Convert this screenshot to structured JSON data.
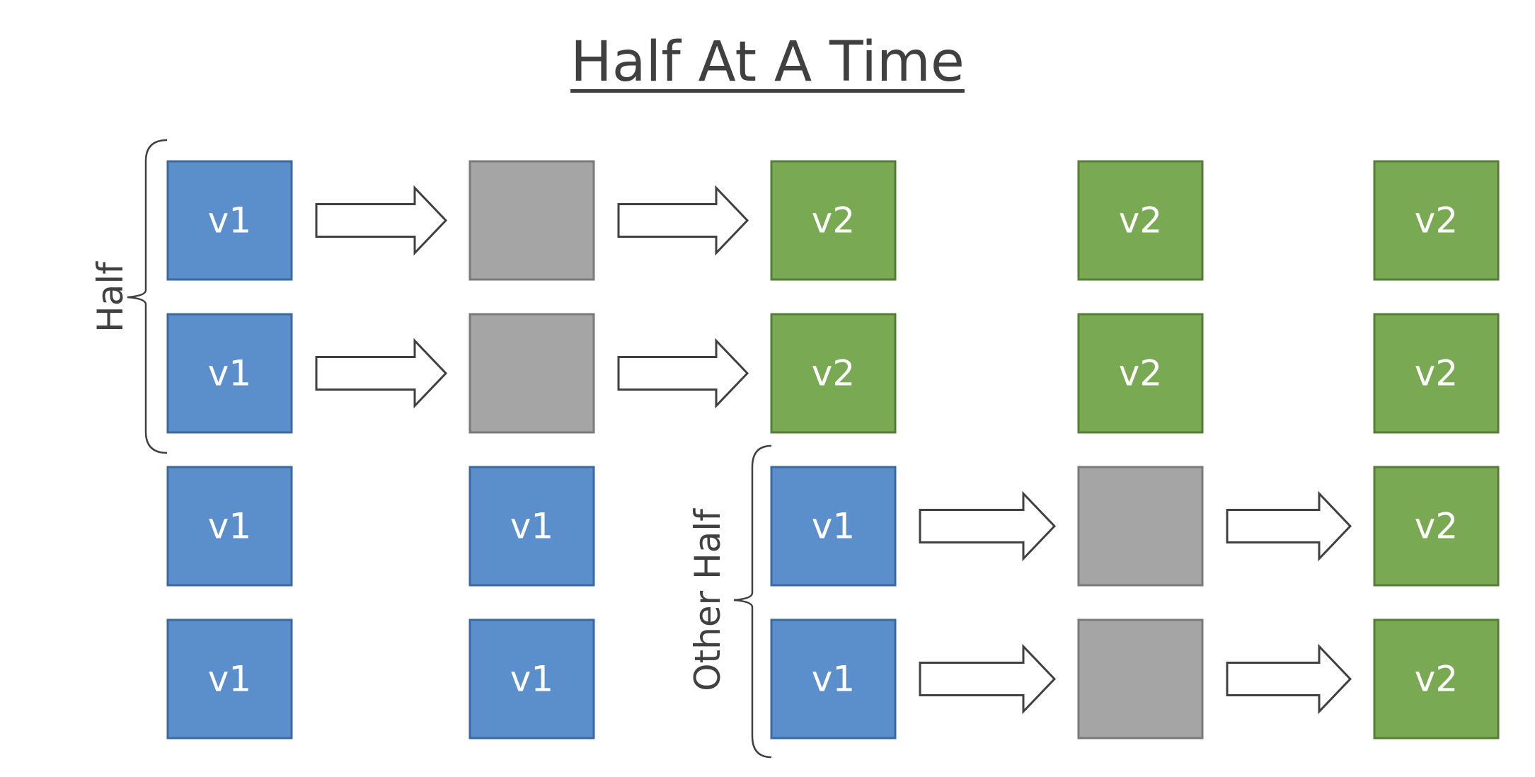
{
  "title": "Half At A Time",
  "colors": {
    "v1_fill": "#5b8fcb",
    "v1_stroke": "#3b6aa0",
    "v2_fill": "#7aa953",
    "v2_stroke": "#567d35",
    "empty_fill": "#a5a5a5",
    "empty_stroke": "#7a7a7a",
    "arrow_stroke": "#404040",
    "text": "#404040"
  },
  "groups": {
    "first": {
      "label": "Half"
    },
    "second": {
      "label": "Other Half"
    }
  },
  "columns": [
    [
      "v1",
      "v1",
      "v1",
      "v1"
    ],
    [
      "",
      "",
      "v1",
      "v1"
    ],
    [
      "v2",
      "v2",
      "v1",
      "v1"
    ],
    [
      "v2",
      "v2",
      "",
      ""
    ],
    [
      "v2",
      "v2",
      "v2",
      "v2"
    ]
  ],
  "arrows": [
    {
      "from_col": 0,
      "row": 0
    },
    {
      "from_col": 0,
      "row": 1
    },
    {
      "from_col": 1,
      "row": 0
    },
    {
      "from_col": 1,
      "row": 1
    },
    {
      "from_col": 2,
      "row": 2
    },
    {
      "from_col": 2,
      "row": 3
    },
    {
      "from_col": 3,
      "row": 2
    },
    {
      "from_col": 3,
      "row": 3
    }
  ]
}
